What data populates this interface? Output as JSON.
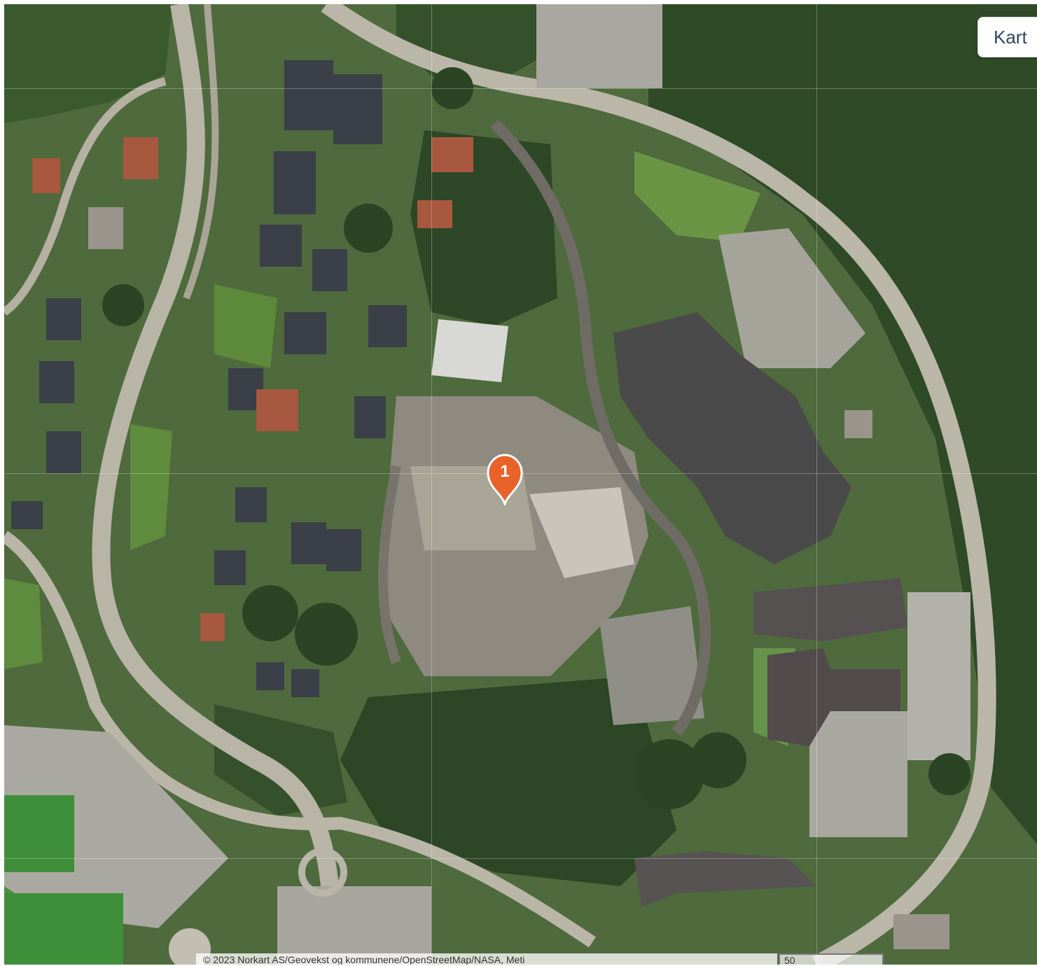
{
  "map": {
    "imagery": "aerial-photo",
    "layer_button": {
      "label": "Kart"
    },
    "markers": [
      {
        "label": "1",
        "color": "#e8622a"
      }
    ],
    "attribution": "© 2023 Norkart AS/Geovekst og kommunene/OpenStreetMap/NASA, Meti",
    "scale": {
      "label": "50"
    }
  },
  "colors": {
    "forest_dark": "#2f4a26",
    "grass": "#5f8a3c",
    "road": "#b9b5a8",
    "roof_dark": "#4a4a4a",
    "marker": "#e8622a"
  }
}
